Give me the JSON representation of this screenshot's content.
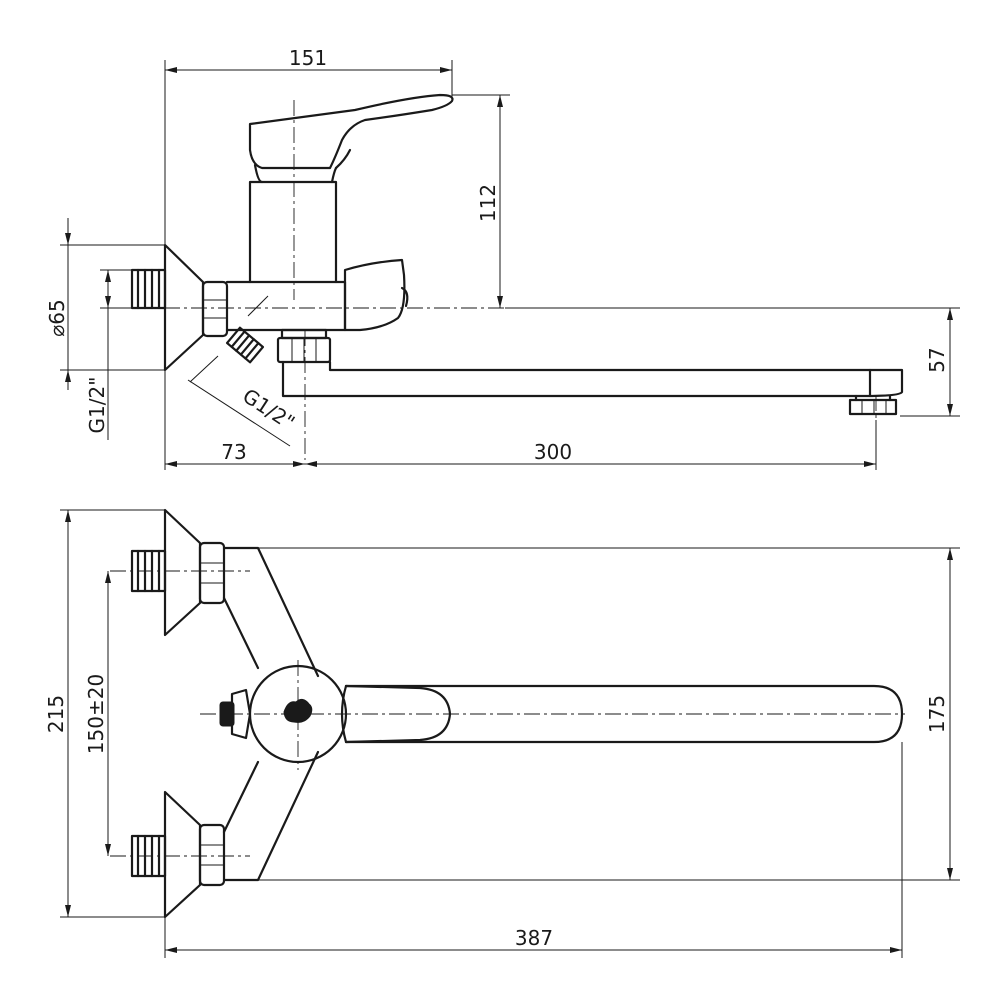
{
  "dimensions": {
    "overall_length_top": "151",
    "handle_height": "112",
    "flange_diameter": "⌀65",
    "thread_inlet": "G1/2\"",
    "thread_outlet": "G1/2\"",
    "wall_offset": "73",
    "spout_reach": "300",
    "spout_height": "57",
    "overall_width": "215",
    "center_distance": "150±20",
    "spout_width_span": "175",
    "overall_length_bottom": "387"
  },
  "icons": {
    "brand_logo": "brand-logo-icon"
  }
}
